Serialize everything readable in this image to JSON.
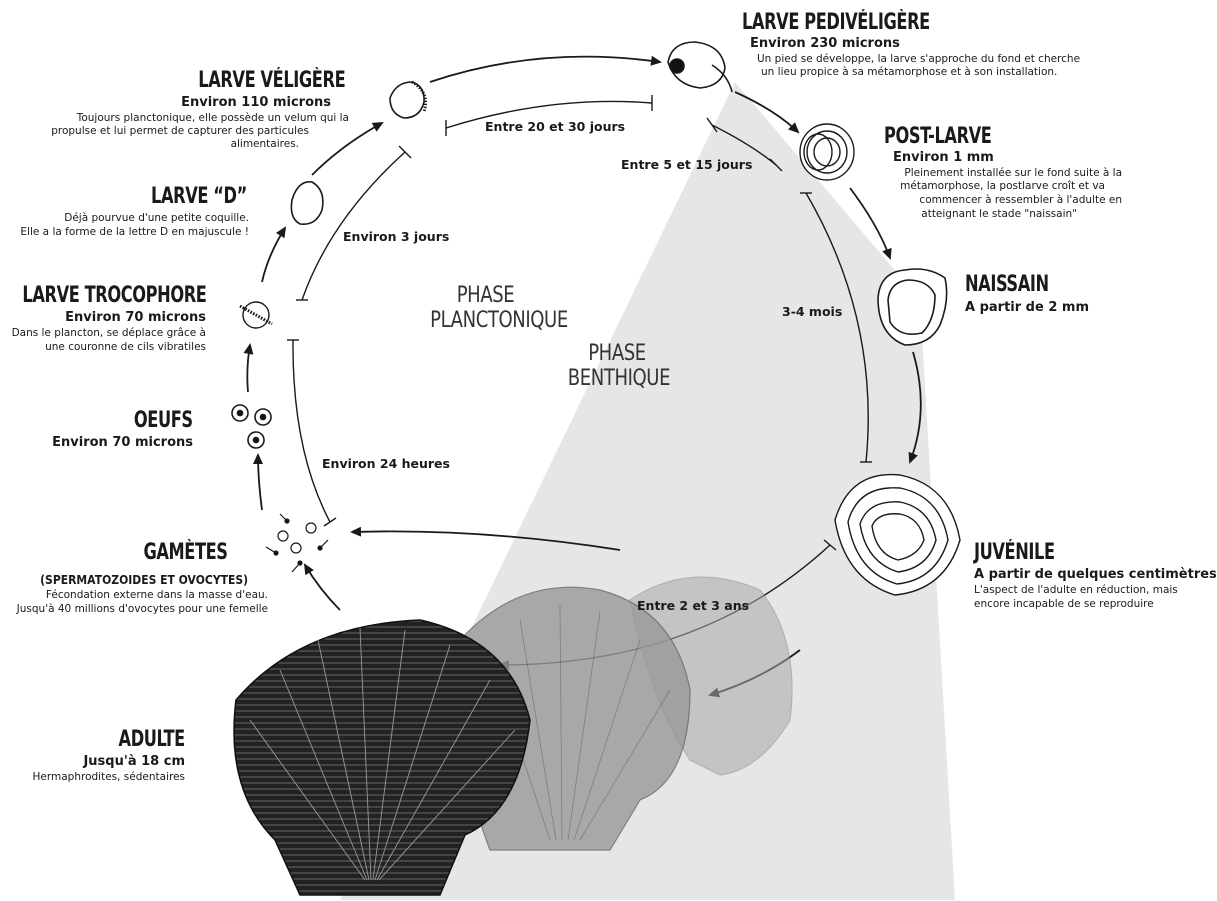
{
  "stages": {
    "pedi": {
      "title": "LARVE PEDIVÉLIGÈRE",
      "size": "Environ 230 microns",
      "desc1": "Un pied se développe, la larve s'approche du fond et cherche",
      "desc2": "un lieu propice à sa métamorphose et à son installation."
    },
    "veli": {
      "title": "LARVE VÉLIGÈRE",
      "size": "Environ 110 microns",
      "desc1": "Toujours planctonique, elle possède un velum qui la",
      "desc2": "propulse et lui permet de capturer des particules",
      "desc3": "alimentaires."
    },
    "postlarve": {
      "title": "POST-LARVE",
      "size": "Environ 1 mm",
      "desc1": "Pleinement installée sur le fond suite à la",
      "desc2": "métamorphose, la postlarve croît et va",
      "desc3": "commencer à ressembler à l'adulte en",
      "desc4": "atteignant le stade \"naissain\""
    },
    "larved": {
      "title": "LARVE “D”",
      "desc1": "Déjà pourvue d'une petite coquille.",
      "desc2": "Elle a la forme de la lettre D en majuscule !"
    },
    "trocho": {
      "title": "LARVE TROCOPHORE",
      "size": "Environ 70 microns",
      "desc1": "Dans le plancton, se déplace grâce à",
      "desc2": "une couronne de cils vibratiles"
    },
    "naissain": {
      "title": "NAISSAIN",
      "size": "A partir de 2 mm"
    },
    "oeufs": {
      "title": "OEUFS",
      "size": "Environ 70 microns"
    },
    "gametes": {
      "title": "GAMÈTES",
      "subtitle": "(SPERMATOZOIDES ET OVOCYTES)",
      "desc1": "Fécondation externe dans la masse d'eau.",
      "desc2": "Jusqu'à 40 millions d'ovocytes pour une femelle"
    },
    "juvenile": {
      "title": "JUVÉNILE",
      "size": "A partir de quelques centimètres",
      "desc1": "L'aspect de l'adulte en réduction, mais",
      "desc2": "encore incapable de se reproduire"
    },
    "adulte": {
      "title": "ADULTE",
      "size": "Jusqu'à 18 cm",
      "desc1": "Hermaphrodites, sédentaires"
    }
  },
  "durations": {
    "d1": "Entre 20 et 30 jours",
    "d2": "Entre 5 et 15 jours",
    "d3": "Environ 3 jours",
    "d4": "3-4 mois",
    "d5": "Environ 24 heures",
    "d6": "Entre 2 et 3 ans"
  },
  "phases": {
    "planc1": "PHASE",
    "planc2": "PLANCTONIQUE",
    "benth1": "PHASE",
    "benth2": "BENTHIQUE"
  },
  "colors": {
    "ink": "#1a1a1a",
    "benthic_shade": "#e6e6e6",
    "adult_dark": "#222222",
    "adult_mid": "#777777",
    "adult_light": "#aaaaaa"
  }
}
